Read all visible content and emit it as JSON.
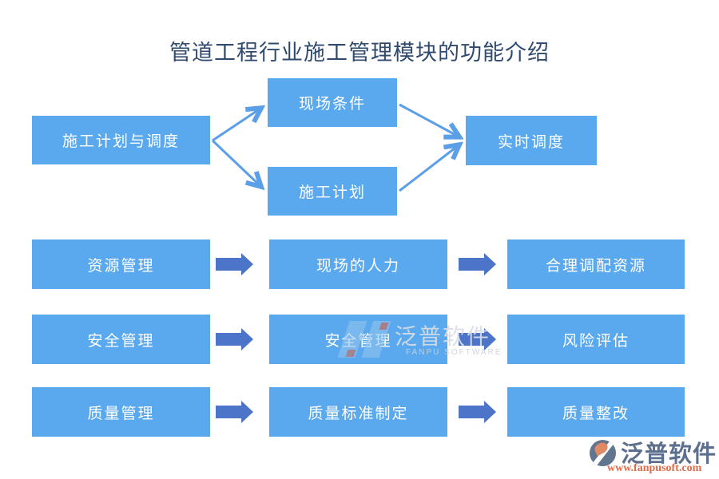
{
  "title": "管道工程行业施工管理模块的功能介绍",
  "colors": {
    "box_blue": "#5AA8EE",
    "arrow_blue": "#5B9FE8",
    "block_arrow_blue": "#4C74C8",
    "title_color": "#2F4A6E",
    "logo_text_color": "#5D6F8E",
    "logo_url_color": "#DF6B49"
  },
  "top_flow": {
    "root": "施工计划与调度",
    "branches": [
      "现场条件",
      "施工计划"
    ],
    "result": "实时调度"
  },
  "rows": [
    {
      "left": "资源管理",
      "middle": "现场的人力",
      "right": "合理调配资源"
    },
    {
      "left": "安全管理",
      "middle": "安全管理",
      "right": "风险评估"
    },
    {
      "left": "质量管理",
      "middle": "质量标准制定",
      "right": "质量整改"
    }
  ],
  "watermark": {
    "name": "泛普软件",
    "subtitle": "FANPU SOFTWARE"
  },
  "footer_logo": {
    "name": "泛普软件",
    "url": "www.fanpusoft.com"
  }
}
